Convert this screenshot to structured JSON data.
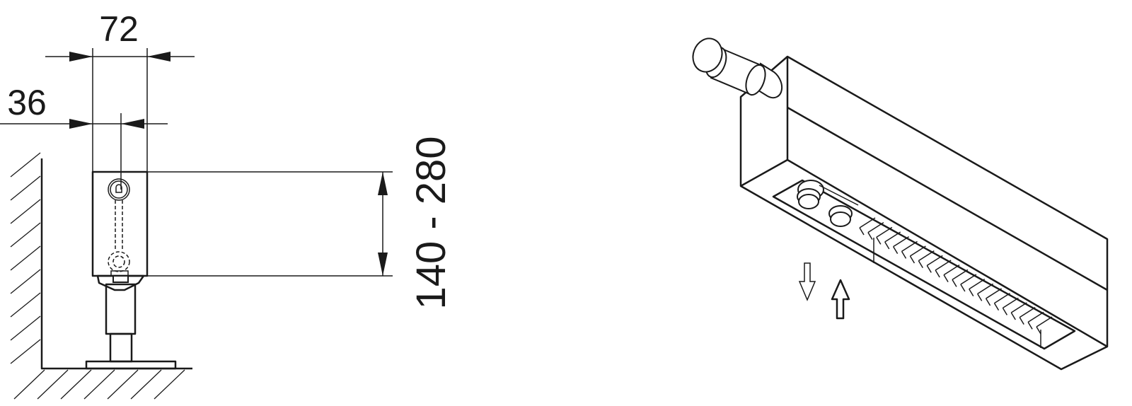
{
  "dimensions": {
    "width_total": "72",
    "pipe_offset": "36",
    "height_range": "140 - 280"
  },
  "colors": {
    "line": "#1a1a1a",
    "background": "#ffffff"
  },
  "icons": [
    "airflow-down-arrow-icon",
    "airflow-up-arrow-icon"
  ]
}
